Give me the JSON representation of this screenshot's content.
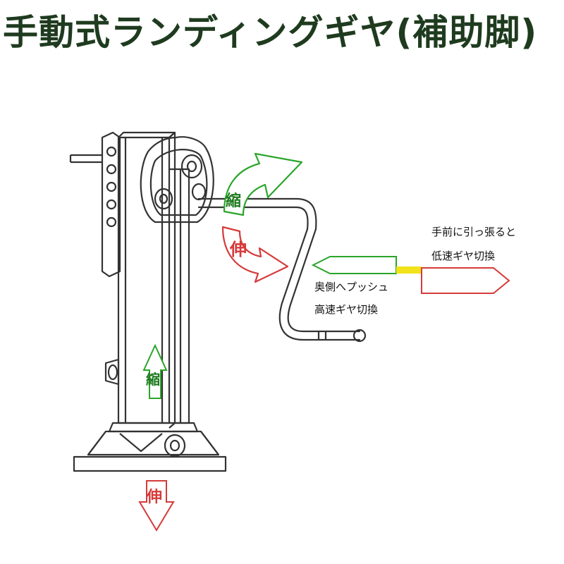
{
  "title": "手動式ランディングギヤ(補助脚)",
  "labels": {
    "shrink_top": "縮",
    "extend_top": "伸",
    "shrink_leg": "縮",
    "extend_bottom": "伸",
    "pull_line1": "手前に引っ張ると",
    "pull_line2": "低速ギヤ切換",
    "push_line1": "奥側へプッシュ",
    "push_line2": "高速ギヤ切換"
  },
  "colors": {
    "title": "#1f3b1f",
    "green": "#2aa52a",
    "red": "#d63a3a",
    "yellow": "#f2e21b",
    "line": "#333333"
  }
}
